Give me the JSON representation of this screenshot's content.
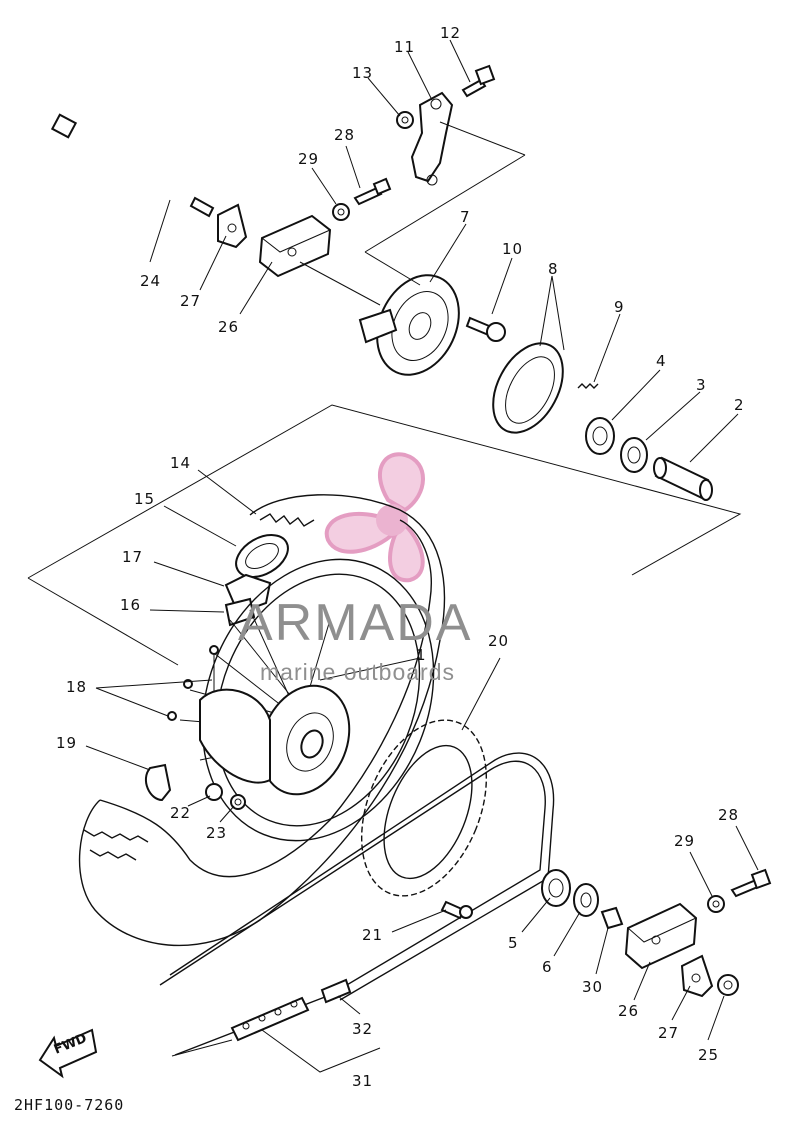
{
  "diagram": {
    "drawing_code": "2HF100-7260",
    "fwd_label": "FWD",
    "watermark": {
      "brand": "ARMADA",
      "tagline": "marine outboards",
      "accent_color": "#e8a6c8"
    },
    "callouts": [
      "1",
      "2",
      "3",
      "4",
      "5",
      "6",
      "7",
      "8",
      "9",
      "10",
      "11",
      "12",
      "13",
      "14",
      "15",
      "16",
      "17",
      "18",
      "19",
      "20",
      "21",
      "22",
      "23",
      "24",
      "25",
      "26",
      "26",
      "27",
      "27",
      "28",
      "28",
      "29",
      "29",
      "30",
      "31",
      "32"
    ]
  }
}
